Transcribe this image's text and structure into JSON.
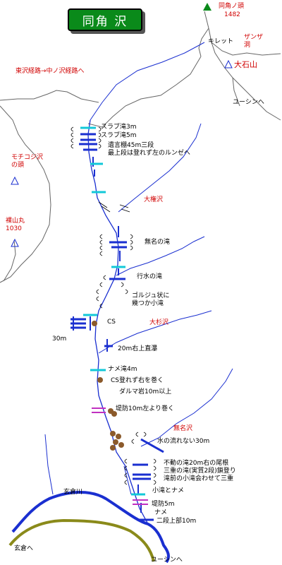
{
  "map": {
    "title": "同角 沢",
    "summit": {
      "name": "同角ノ頭",
      "elevation": "1482"
    },
    "peaks": [
      {
        "id": "omitsuyama",
        "name": "大石山"
      }
    ],
    "places": {
      "kiretto": "キレット",
      "zanza": "ザンザ\n洞",
      "yushin_upper": "ユーシンへ",
      "toki_route": "東沢経路→中ノ沢経路へ",
      "mochikoji": "モチコジ沢\nの頭",
      "hadakayama": "裸山丸\n1030",
      "okuratsu": "大権沢",
      "osugizawa": "大杉沢",
      "mumeizawa": "無名沢",
      "genkuragawa": "玄倉川",
      "genkura_he": "玄倉へ",
      "yushin_lower": "ユーシンへ"
    },
    "waterfalls": [
      {
        "id": "w1",
        "label": "スラブ滝3m"
      },
      {
        "id": "w2",
        "label": "スラブ滝5m"
      },
      {
        "id": "w3",
        "label": "遺言棚45m三段\n最上段は登れず左のルンゼへ"
      },
      {
        "id": "w4",
        "label": "無名の滝"
      },
      {
        "id": "w5",
        "label": "行水の滝"
      },
      {
        "id": "w6",
        "label": "ゴルジュ状に\n幾つか小滝"
      },
      {
        "id": "w7",
        "label": "CS"
      },
      {
        "id": "w8",
        "label": "30m"
      },
      {
        "id": "w9",
        "label": "20m右上直瀑"
      },
      {
        "id": "w10",
        "label": "ナメ滝4m"
      },
      {
        "id": "w11",
        "label": "CS登れず右を巻く"
      },
      {
        "id": "w12",
        "label": "ダルマ岩10m以上"
      },
      {
        "id": "w13",
        "label": "堤防10m左より巻く"
      },
      {
        "id": "w14",
        "label": "水の流れない30m"
      },
      {
        "id": "w15",
        "label": "不動の滝20m右の尾根\n三重の滝(実質2段)鎖登り\n滝前の小滝会わせて三重"
      },
      {
        "id": "w16",
        "label": "小滝とナメ"
      },
      {
        "id": "w17",
        "label": "堤防5m"
      },
      {
        "id": "w18",
        "label": "ナメ"
      },
      {
        "id": "w19",
        "label": "二段上部10m"
      }
    ],
    "colors": {
      "title_bg": "#0a8a1a",
      "stream": "#1a2fd0",
      "river": "#1a2fd0",
      "road": "#8a8a1a",
      "label_red": "#d00000",
      "summit_marker": "#0a8a1a",
      "weir": "#c030c0",
      "rock": "#8b5a2b",
      "nameflow": "#12c8d8"
    }
  }
}
